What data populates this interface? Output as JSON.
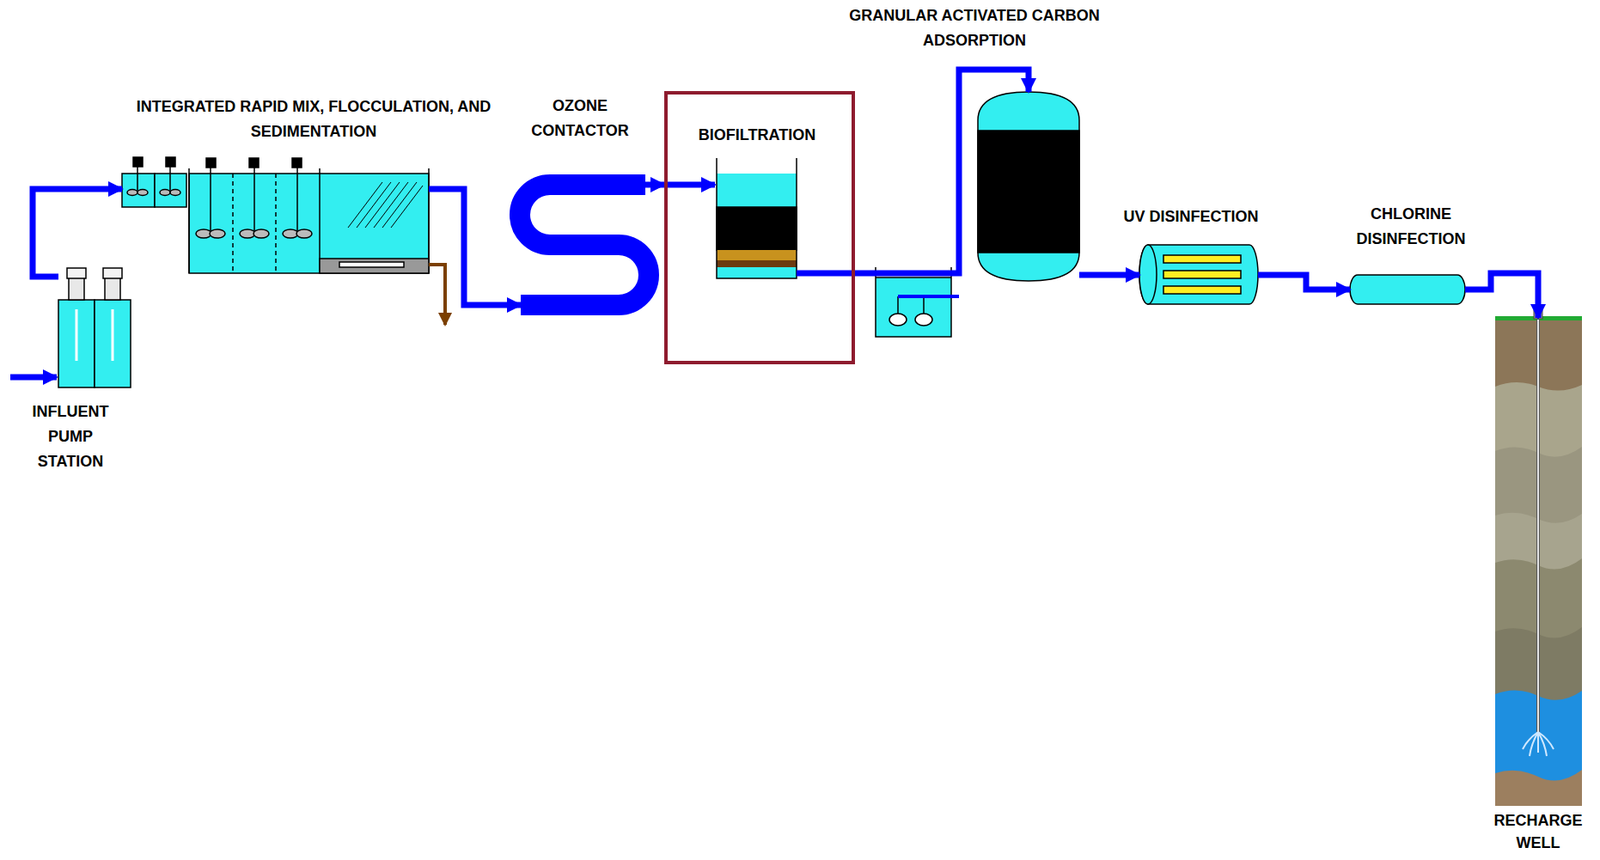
{
  "diagram": {
    "nodes": [
      {
        "text": [
          "INFLUENT PUMP STATION"
        ]
      },
      {
        "text": [
          "INTEGRATED RAPID MIX, FLOCCULATION, AND SEDIMENTATION"
        ]
      },
      {
        "text": [
          "OZONE CONTACTOR"
        ]
      },
      {
        "text": [
          "BIOFILTRATION"
        ]
      },
      {
        "text": [
          "GRANULAR ACTIVATED CARBON ADSORPTION"
        ]
      },
      {
        "text": [
          "UV DISINFECTION"
        ]
      },
      {
        "text": [
          "CHLORINE DISINFECTION"
        ]
      },
      {
        "text": [
          "RECHARGE WELL"
        ]
      }
    ],
    "edges": [
      {
        "from": 0,
        "to": 1,
        "arrow": "to"
      },
      {
        "from": 1,
        "to": 2,
        "arrow": "to"
      },
      {
        "from": 2,
        "to": 3,
        "arrow": "to"
      },
      {
        "from": 3,
        "to": 4,
        "arrow": "to"
      },
      {
        "from": 4,
        "to": 5,
        "arrow": "to"
      },
      {
        "from": 5,
        "to": 6,
        "arrow": "to"
      },
      {
        "from": 6,
        "to": 7,
        "arrow": "to"
      }
    ]
  }
}
